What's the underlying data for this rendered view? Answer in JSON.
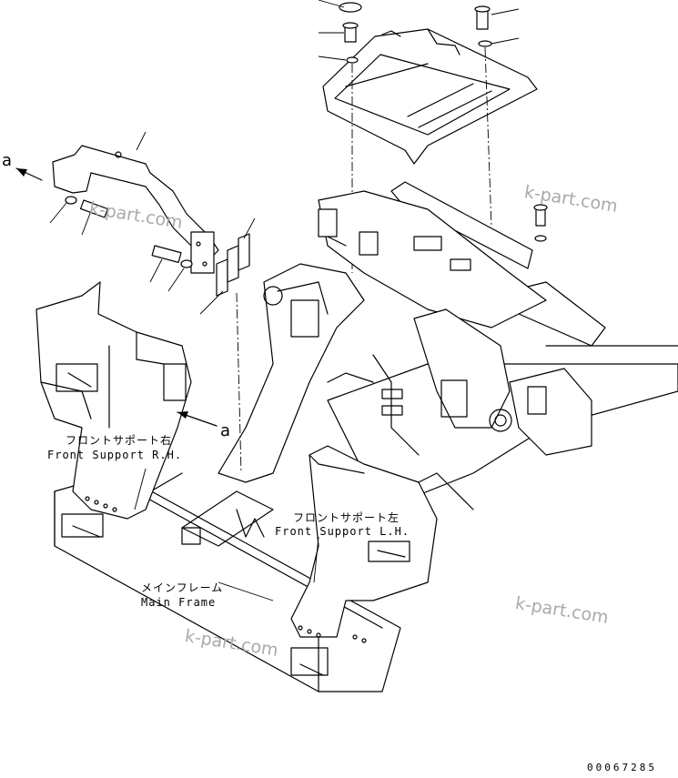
{
  "labels": {
    "callout_upper": "a",
    "callout_lower": "a",
    "front_support_rh_jp": "フロントサポート右",
    "front_support_rh_en": "Front Support R.H.",
    "front_support_lh_jp": "フロントサポート左",
    "front_support_lh_en": "Front Support L.H.",
    "main_frame_jp": "メインフレーム",
    "main_frame_en": "Main Frame"
  },
  "watermarks": [
    "k-part.com",
    "k-part.com",
    "k-part.com",
    "k-part.com"
  ],
  "drawing_code": "00067285"
}
